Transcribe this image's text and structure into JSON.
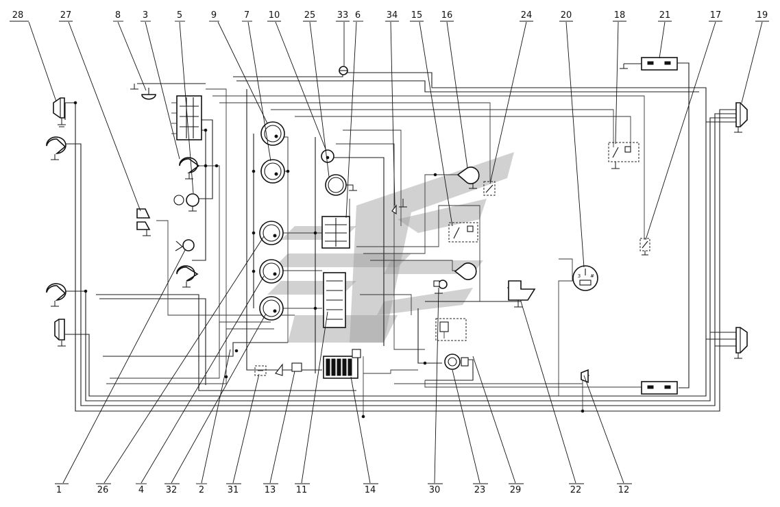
{
  "labels": {
    "top": [
      "28",
      "27",
      "8",
      "3",
      "5",
      "9",
      "7",
      "10",
      "25",
      "33",
      "6",
      "34",
      "15",
      "16",
      "24",
      "20",
      "18",
      "21",
      "17",
      "19"
    ],
    "bottom": [
      "1",
      "26",
      "4",
      "32",
      "2",
      "31",
      "13",
      "11",
      "14",
      "30",
      "23",
      "29",
      "22",
      "12"
    ]
  },
  "colors": {
    "line": "#111111",
    "watermark": "#9a9a9a",
    "background": "#ffffff"
  }
}
